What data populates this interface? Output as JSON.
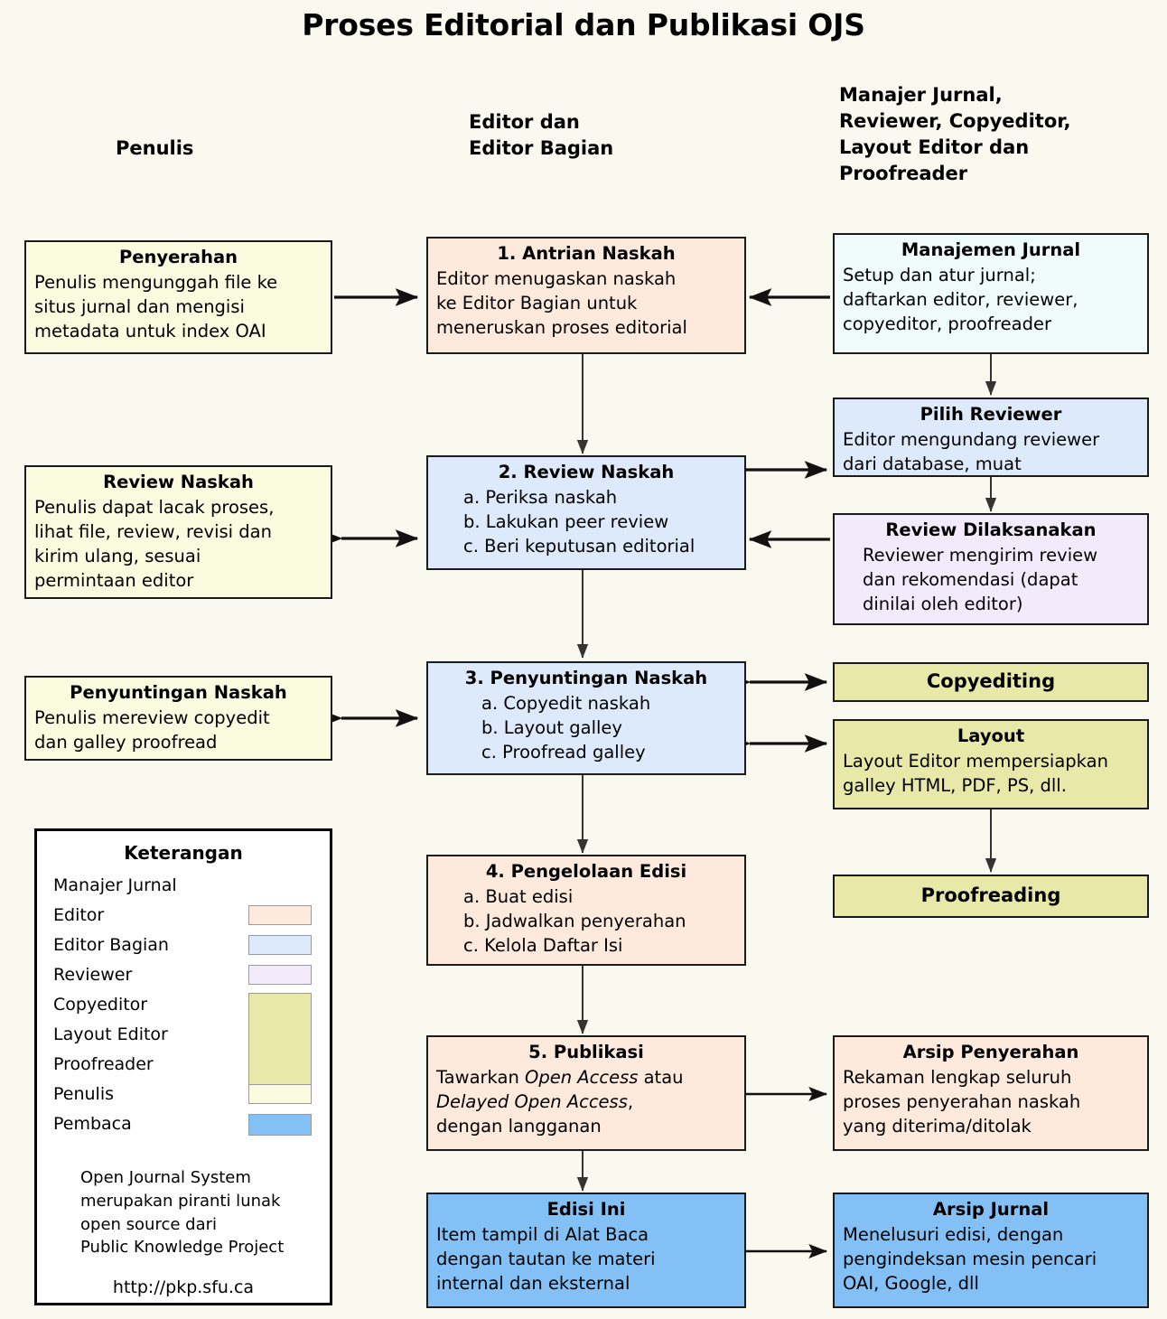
{
  "page": {
    "title": "Proses Editorial dan Publikasi OJS",
    "background_color": "#faf9ef"
  },
  "columns": [
    {
      "name": "author",
      "heading": "Penulis"
    },
    {
      "name": "editor",
      "heading_line1": "Editor dan",
      "heading_line2": "Editor Bagian"
    },
    {
      "name": "others",
      "heading_line1": "Manajer Jurnal,",
      "heading_line2": "Reviewer, Copyeditor,",
      "heading_line3": "Layout Editor dan",
      "heading_line4": "Proofreader"
    }
  ],
  "boxes": {
    "penyerahan": {
      "title": "Penyerahan",
      "l1": "Penulis mengunggah file ke",
      "l2": "situs jurnal dan mengisi",
      "l3": "metadata untuk index OAI"
    },
    "antrian": {
      "title": "1. Antrian Naskah",
      "l1": "Editor menugaskan naskah",
      "l2": "ke Editor Bagian untuk",
      "l3": "meneruskan proses editorial"
    },
    "manajemen": {
      "title": "Manajemen Jurnal",
      "l1": "Setup dan atur jurnal;",
      "l2": "daftarkan editor, reviewer,",
      "l3": "copyeditor, proofreader"
    },
    "pilih_reviewer": {
      "title": "Pilih Reviewer",
      "l1": "Editor mengundang reviewer",
      "l2": "dari database, muat"
    },
    "review_naskah_author": {
      "title": "Review Naskah",
      "l1": "Penulis dapat lacak proses,",
      "l2": "lihat file, review, revisi dan",
      "l3": "kirim ulang, sesuai",
      "l4": "permintaan editor"
    },
    "review_naskah": {
      "title": "2. Review Naskah",
      "l1": "a. Periksa naskah",
      "l2": "b. Lakukan peer review",
      "l3": "c. Beri keputusan editorial"
    },
    "review_dilaksanakan": {
      "title": "Review Dilaksanakan",
      "l1": "Reviewer mengirim review",
      "l2": "dan rekomendasi (dapat",
      "l3": "dinilai oleh editor)"
    },
    "penyuntingan_author": {
      "title": "Penyuntingan Naskah",
      "l1": "Penulis mereview copyedit",
      "l2": "dan galley proofread"
    },
    "penyuntingan": {
      "title": "3. Penyuntingan Naskah",
      "l1": "a. Copyedit naskah",
      "l2": "b. Layout galley",
      "l3": "c. Proofread galley"
    },
    "copyediting": {
      "title": "Copyediting"
    },
    "layout": {
      "title": "Layout",
      "l1": "Layout Editor mempersiapkan",
      "l2": "galley HTML, PDF, PS, dll."
    },
    "proofreading": {
      "title": "Proofreading"
    },
    "pengelolaan": {
      "title": "4. Pengelolaan Edisi",
      "l1": "a. Buat edisi",
      "l2": "b. Jadwalkan penyerahan",
      "l3": "c. Kelola Daftar Isi"
    },
    "publikasi": {
      "title": "5. Publikasi",
      "l1a": "Tawarkan ",
      "l1i": "Open Access",
      "l1b": " atau",
      "l2i": "Delayed Open Access",
      "l2b": ",",
      "l3": "dengan langganan"
    },
    "arsip_penyerahan": {
      "title": "Arsip Penyerahan",
      "l1": "Rekaman lengkap seluruh",
      "l2": "proses penyerahan naskah",
      "l3": "yang diterima/ditolak"
    },
    "edisi_ini": {
      "title": "Edisi Ini",
      "l1": "Item tampil di Alat Baca",
      "l2": "dengan tautan ke materi",
      "l3": "internal dan eksternal"
    },
    "arsip_jurnal": {
      "title": "Arsip Jurnal",
      "l1": "Menelusuri edisi, dengan",
      "l2": "pengindeksan mesin pencari",
      "l3": "OAI, Google, dll"
    }
  },
  "legend": {
    "title": "Keterangan",
    "items": [
      {
        "label": "Manajer Jurnal",
        "color": null
      },
      {
        "label": "Editor",
        "color": "#fdeadc"
      },
      {
        "label": "Editor Bagian",
        "color": "#ddeafb"
      },
      {
        "label": "Reviewer",
        "color": "#f3eafb"
      },
      {
        "label": "Copyeditor",
        "color": "#e8e8a8"
      },
      {
        "label": "Layout Editor",
        "color": "#e8e8a8"
      },
      {
        "label": "Proofreader",
        "color": "#e8e8a8"
      },
      {
        "label": "Penulis",
        "color": "#fbfbdf"
      },
      {
        "label": "Pembaca",
        "color": "#82c0f5"
      }
    ],
    "note_l1": "Open Journal System",
    "note_l2": "merupakan piranti lunak",
    "note_l3": "open source dari",
    "note_l4": "Public Knowledge Project",
    "url": "http://pkp.sfu.ca"
  }
}
